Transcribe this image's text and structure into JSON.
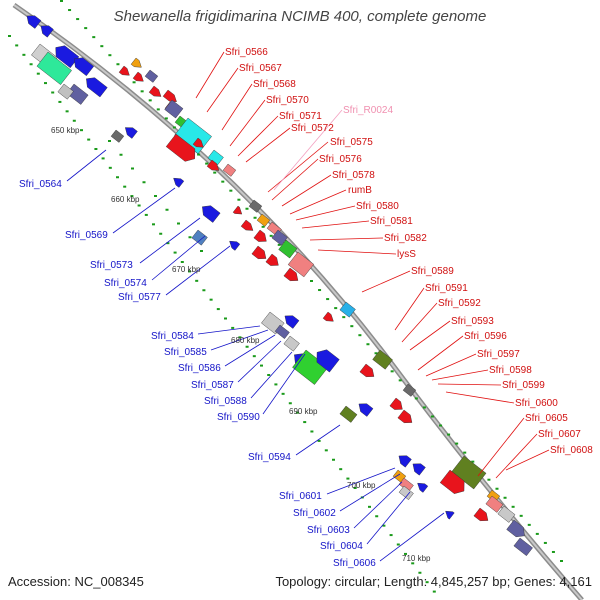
{
  "title": "Shewanella frigidimarina NCIMB 400, complete genome",
  "footer": {
    "accession": "Accession: NC_008345",
    "summary": "Topology: circular; Length: 4,845,257 bp; Genes: 4,161"
  },
  "kbp_ticks": [
    "650 kbp",
    "660 kbp",
    "670 kbp",
    "680 kbp",
    "690 kbp",
    "700 kbp",
    "710 kbp"
  ],
  "labels_left": [
    "Sfri_0564",
    "Sfri_0569",
    "Sfri_0573",
    "Sfri_0574",
    "Sfri_0577",
    "Sfri_0584",
    "Sfri_0585",
    "Sfri_0586",
    "Sfri_0587",
    "Sfri_0588",
    "Sfri_0590",
    "Sfri_0594",
    "Sfri_0601",
    "Sfri_0602",
    "Sfri_0603",
    "Sfri_0604",
    "Sfri_0606"
  ],
  "labels_right": [
    "Sfri_0566",
    "Sfri_0567",
    "Sfri_0568",
    "Sfri_0570",
    "Sfri_0571",
    "Sfri_0572",
    "Sfri_R0024",
    "Sfri_0575",
    "Sfri_0576",
    "Sfri_0578",
    "rumB",
    "Sfri_0580",
    "Sfri_0581",
    "Sfri_0582",
    "lysS",
    "Sfri_0589",
    "Sfri_0591",
    "Sfri_0592",
    "Sfri_0593",
    "Sfri_0596",
    "Sfri_0597",
    "Sfri_0598",
    "Sfri_0599",
    "Sfri_0600",
    "Sfri_0605",
    "Sfri_0607",
    "Sfri_0608"
  ],
  "colors": {
    "forward_gene": "#e8141c",
    "reverse_gene": "#1414e8",
    "rna_gene": "#f4a0c0",
    "backbone": "#9a9a9a",
    "tick_dot": "#1a9a1a"
  }
}
